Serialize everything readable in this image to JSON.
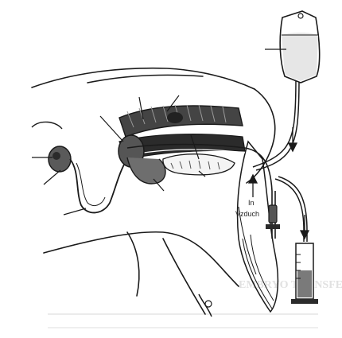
{
  "diagram": {
    "labels": {
      "flow_in": "In",
      "flow_out": "Vzduch"
    },
    "bleed_heading": "EMBRYO TRANSFER",
    "colors": {
      "ink": "#1a1a1a",
      "fill": "#6e6e6e",
      "dark": "#2b2b2b",
      "paper": "#ffffff",
      "bleed": "#cfcfcf"
    }
  }
}
